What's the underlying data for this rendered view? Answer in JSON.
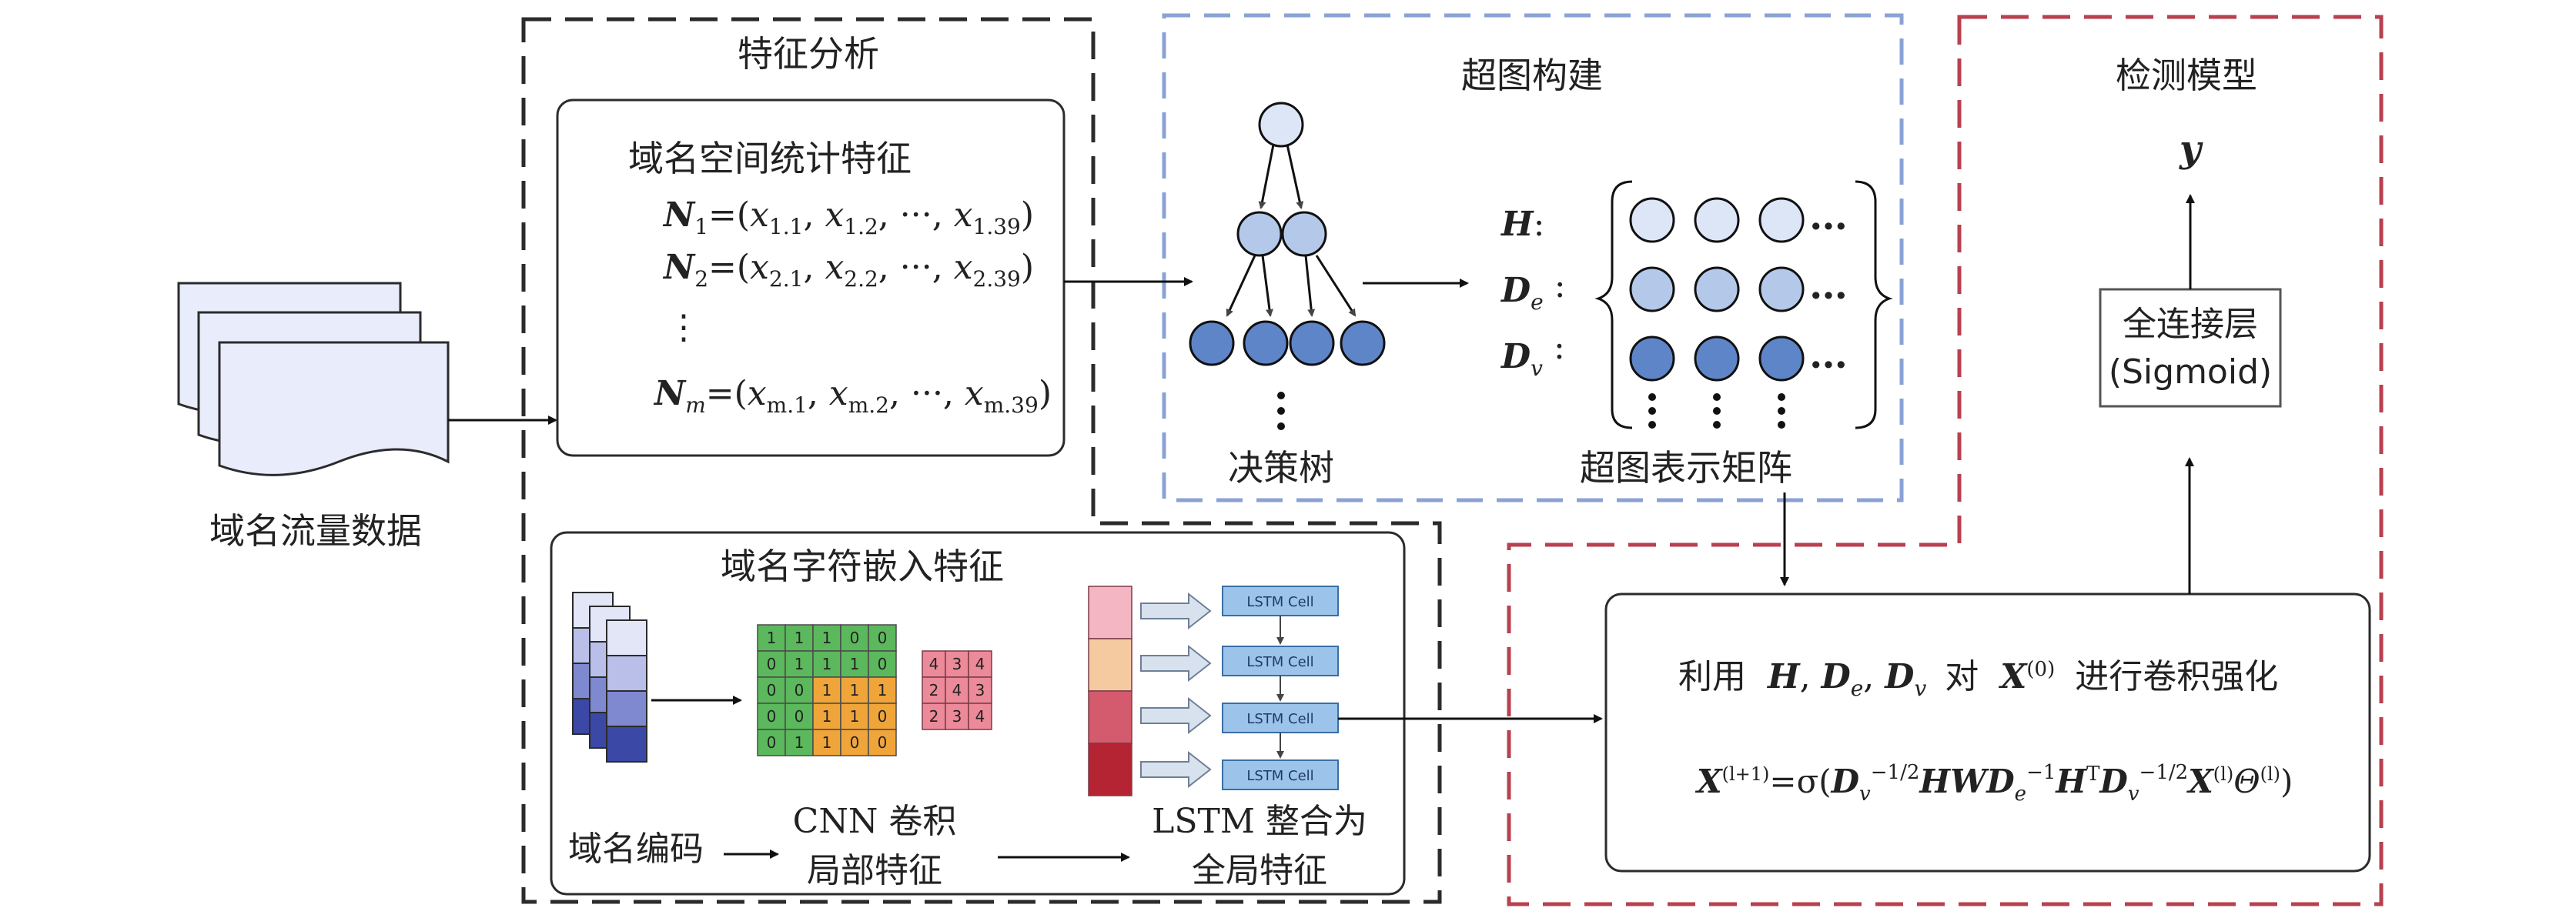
{
  "source": {
    "label": "域名流量数据"
  },
  "feature_analysis": {
    "title": "特征分析",
    "stat_box": {
      "title": "域名空间统计特征",
      "rows": [
        {
          "name": "N",
          "sub": "1",
          "elems": [
            "x",
            "1.1",
            "x",
            "1.2",
            "x",
            "1.39"
          ]
        },
        {
          "name": "N",
          "sub": "2",
          "elems": [
            "x",
            "2.1",
            "x",
            "2.2",
            "x",
            "2.39"
          ]
        },
        {
          "name": "N",
          "sub": "m",
          "elems": [
            "x",
            "m.1",
            "x",
            "m.2",
            "x",
            "m.39"
          ]
        }
      ],
      "vdots": "⋮"
    },
    "char_box": {
      "title": "域名字符嵌入特征",
      "encode_label": "域名编码",
      "cnn_label_1": "CNN 卷积",
      "cnn_label_2": "局部特征",
      "lstm_label_1": "LSTM 整合为",
      "lstm_label_2": "全局特征",
      "lstm_cell": "LSTM Cell",
      "conv_grid": [
        [
          "1",
          "1",
          "1",
          "0",
          "0"
        ],
        [
          "0",
          "1",
          "1",
          "1",
          "0"
        ],
        [
          "0",
          "0",
          "1",
          "1",
          "1"
        ],
        [
          "0",
          "0",
          "1",
          "1",
          "0"
        ],
        [
          "0",
          "1",
          "1",
          "0",
          "0"
        ]
      ],
      "feature_grid": [
        [
          "4",
          "3",
          "4"
        ],
        [
          "2",
          "4",
          "3"
        ],
        [
          "2",
          "3",
          "4"
        ]
      ]
    }
  },
  "hypergraph": {
    "title": "超图构建",
    "tree_label": "决策树",
    "matrix_label": "超图表示矩阵",
    "row_H": "H",
    "row_De": "D",
    "row_De_sub": "e",
    "row_Dv": "D",
    "row_Dv_sub": "v",
    "ellipsis": "…"
  },
  "detection": {
    "title": "检测模型",
    "output": "y",
    "fc_line_1": "全连接层",
    "fc_line_2": "(Sigmoid)"
  },
  "conv_box": {
    "prefix": "利用",
    "H": "H",
    "D": "D",
    "sub_e": "e",
    "sub_v": "v",
    "middle": "对",
    "X": "X",
    "sup0": "(0)",
    "suffix": "进行卷积强化",
    "eq": {
      "X": "X",
      "sup_l1": "(l+1)",
      "eq_sigma": "=σ(",
      "D": "D",
      "sub_v": "v",
      "sub_e": "e",
      "pow_half": "−1/2",
      "pow_one": "−1",
      "HWD": "HWD",
      "H": "H",
      "supT": "T",
      "sup_l": "(l)",
      "theta": "Θ",
      "close": ")"
    }
  },
  "colors": {
    "black_dash": "#2b2b2b",
    "blue_dash": "#8aa2d4",
    "red_dash": "#b8404f",
    "node_light": "#dce6f7",
    "node_mid": "#b4c9ea",
    "node_dark": "#5f85c9"
  }
}
